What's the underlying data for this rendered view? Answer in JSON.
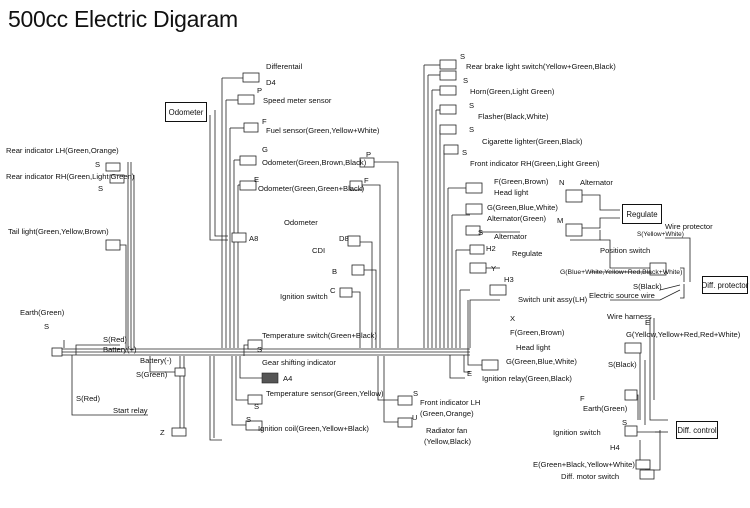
{
  "title": "500cc Electric Digaram",
  "boxes": {
    "odometer": "Odometer",
    "regulate": "Regulate",
    "diff_protector": "Diff. protector",
    "diff_control": "Diff. control"
  },
  "labels": {
    "differentail": "Differentail",
    "d4": "D4",
    "p_top": "P",
    "speed_meter_sensor": "Speed meter sensor",
    "f_top": "F",
    "fuel_sensor": "Fuel sensor(Green,Yellow+White)",
    "g_odo": "G",
    "odometer_green_brown_black": "Odometer(Green,Brown,Black)",
    "p_odo": "P",
    "e_odo": "E",
    "odometer_green_green_black": "Odometer(Green,Green+Black)",
    "f_odo": "F",
    "a8": "A8",
    "odometer_label": "Odometer",
    "d8": "D8",
    "cdi": "CDI",
    "b": "B",
    "c": "C",
    "ignition_switch_mid": "Ignition switch",
    "rear_indicator_lh": "Rear indicator LH(Green,Orange)",
    "s_rilh": "S",
    "rear_indicator_rh": "Rear indicator RH(Green,Light Green)",
    "s_rirh": "S",
    "tail_light": "Tail light(Green,Yellow,Brown)",
    "earth_green_left": "Earth(Green)",
    "s_earth": "S",
    "s_red_battery": "S(Red)",
    "battery_plus": "Battery(+)",
    "battery_minus": "Battery(-)",
    "s_green": "S(Green)",
    "s_red_relay": "S(Red)",
    "start_relay": "Start relay",
    "z": "Z",
    "temp_switch": "Temperature switch(Green+Black)",
    "s_temp_switch": "S",
    "gear_shifting": "Gear shifting indicator",
    "a4": "A4",
    "temp_sensor": "Temperature sensor(Green,Yellow)",
    "s_temp_sensor": "S",
    "ignition_coil": "Ignition coil(Green,Yellow+Black)",
    "s_coil": "S",
    "s_front_ind_lh": "S",
    "front_indicator_lh": "Front indicator LH",
    "front_indicator_lh_colors": "(Green,Orange)",
    "u": "U",
    "radiator_fan": "Radiator fan",
    "radiator_fan_colors": "(Yellow,Black)",
    "s_rear_brake": "S",
    "rear_brake_switch": "Rear brake light switch(Yellow+Green,Black)",
    "s_horn": "S",
    "horn": "Horn(Green,Light Green)",
    "s_flasher": "S",
    "flasher": "Flasher(Black,White)",
    "s_cig": "S",
    "cigarette_lighter": "Cigarette lighter(Green,Black)",
    "s_front_rh": "S",
    "front_indicator_rh": "Front indicator RH(Green,Light Green)",
    "f_green_brown_top": "F(Green,Brown)",
    "head_light_top": "Head light",
    "g_green_blue_white_top": "G(Green,Blue,White)",
    "alternator_green": "Alternator(Green)",
    "n": "N",
    "alternator_top": "Alternator",
    "m": "M",
    "s_alt": "S",
    "alternator_mid": "Alternator",
    "h2": "H2",
    "regulate_label": "Regulate",
    "y": "Y",
    "h3": "H3",
    "switch_unit": "Switch unit assy(LH)",
    "x": "X",
    "f_green_brown_low": "F(Green,Brown)",
    "head_light_low": "Head light",
    "g_green_blue_white_low": "G(Green,Blue,White)",
    "e_relay": "E",
    "ignition_relay": "Ignition relay(Green,Black)",
    "wire_protector": "Wire protector",
    "s_yellow_white": "S(Yellow+White)",
    "position_switch": "Position switch",
    "g_blue_white": "G(Blue+White,Yellow+Red,Black+White)",
    "s_black_1": "S(Black)",
    "electric_source_wire": "Electric source wire",
    "wire_harness": "Wire harness",
    "e_harness": "E",
    "g_yellow_red": "G(Yellow,Yellow+Red,Red+White)",
    "s_black_2": "S(Black)",
    "f_earth": "F",
    "earth_green_right": "Earth(Green)",
    "s_earth_right": "S",
    "ignition_switch_right": "Ignition switch",
    "h4": "H4",
    "e_green_black": "E(Green+Black,Yellow+White)",
    "diff_motor_switch": "Diff. motor switch"
  }
}
